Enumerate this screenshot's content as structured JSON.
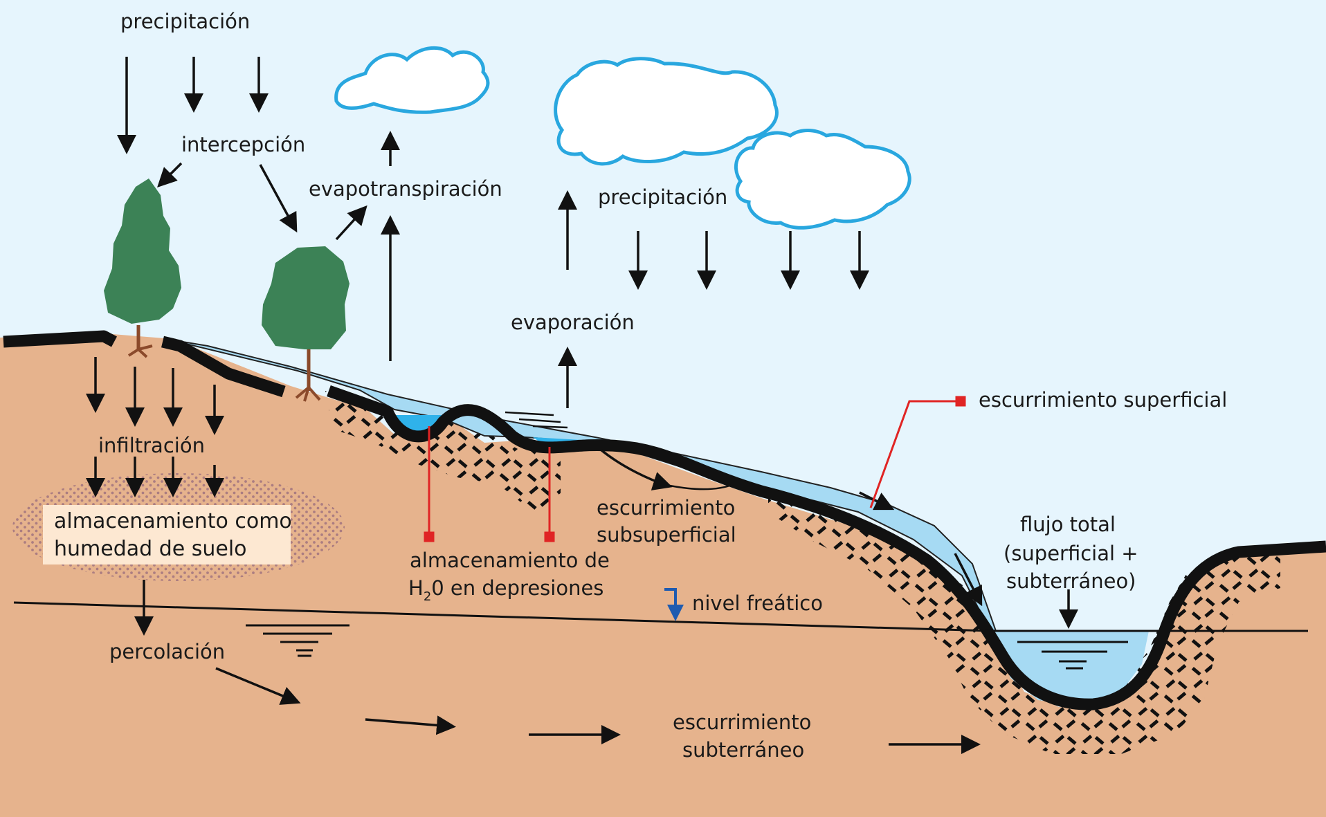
{
  "labels": {
    "precipitation_left": "precipitación",
    "interception": "intercepción",
    "evapotranspiration": "evapotranspiración",
    "precipitation_right": "precipitación",
    "evaporation": "evaporación",
    "surface_runoff": "escurrimiento superficial",
    "infiltration": "infiltración",
    "soil_storage_line1": "almacenamiento como",
    "soil_storage_line2": "humedad de suelo",
    "subsurface_runoff_line1": "escurrimiento",
    "subsurface_runoff_line2": "subsuperficial",
    "depression_storage_line1": "almacenamiento de",
    "depression_storage_line2_prefix": "H",
    "depression_storage_line2_sub": "2",
    "depression_storage_line2_suffix": "0 en depresiones",
    "water_table": "nivel freático",
    "total_flow_line1": "flujo total",
    "total_flow_line2": "(superficial +",
    "total_flow_line3": "subterráneo)",
    "percolation": "percolación",
    "groundwater_runoff_line1": "escurrimiento",
    "groundwater_runoff_line2": "subterráneo"
  },
  "colors": {
    "sky": "#e6f5fd",
    "ground": "#e6b38d",
    "water": "#a6daf3",
    "water_deep": "#2fb2ea",
    "tree": "#3c8256",
    "cloud_outline": "#29a7df",
    "marker_red": "#e02424",
    "water_table_marker": "#1e5bb0"
  }
}
